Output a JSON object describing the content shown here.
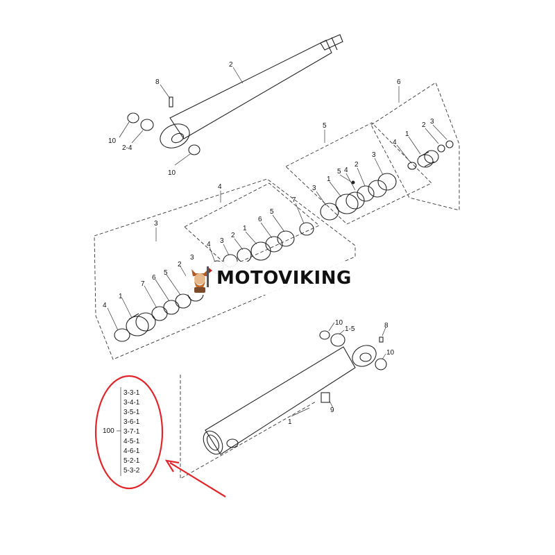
{
  "labels": {
    "rod": "2",
    "grease_top": "8",
    "pin_left": "10",
    "bushing_rod": "2-4",
    "pin_bottom": "10",
    "group_left": "3",
    "group_mid": "4",
    "group_right": "5",
    "group_far": "6",
    "g3": [
      "4",
      "1",
      "7",
      "6",
      "5",
      "2",
      "3"
    ],
    "g4": [
      "4",
      "3",
      "2",
      "1",
      "6",
      "5"
    ],
    "g4b": [
      "7"
    ],
    "g5": [
      "3",
      "1",
      "5",
      "4",
      "2",
      "3"
    ],
    "g6": [
      "4",
      "1",
      "2",
      "3"
    ],
    "tube": "1",
    "bushing_tube": "1-5",
    "pin_tube": "10",
    "grease_tube": "8",
    "pin_tube_right": "10",
    "fitting": "9"
  },
  "kit": {
    "number": "100",
    "items": [
      "3-3-1",
      "3-4-1",
      "3-5-1",
      "3-6-1",
      "3-7-1",
      "4-5-1",
      "4-6-1",
      "5-2-1",
      "5-3-2"
    ]
  },
  "watermark": {
    "text": "MOTOVIKING",
    "logo": "viking-mascot-logo"
  },
  "colors": {
    "highlight": "#e0262b",
    "line": "#222222"
  }
}
